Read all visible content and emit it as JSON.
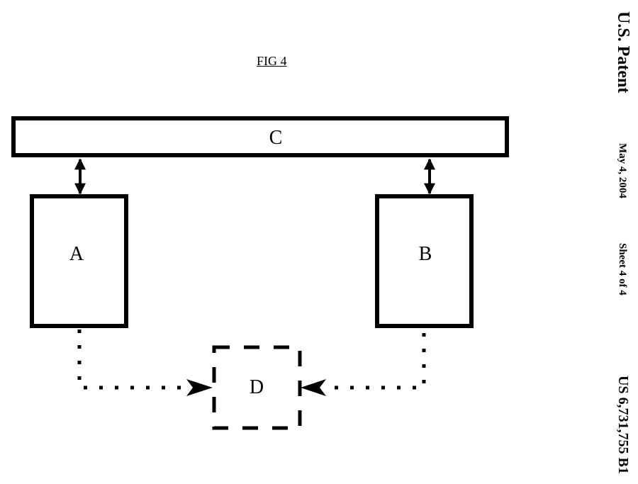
{
  "figure": {
    "title": "FIG 4"
  },
  "header": {
    "patent_label": "U.S. Patent",
    "date": "May 4, 2004",
    "sheet": "Sheet 4 of 4",
    "patent_number": "US 6,731,755 B1"
  },
  "diagram": {
    "nodes": [
      {
        "id": "C",
        "label": "C",
        "border": "solid"
      },
      {
        "id": "A",
        "label": "A",
        "border": "solid"
      },
      {
        "id": "B",
        "label": "B",
        "border": "solid"
      },
      {
        "id": "D",
        "label": "D",
        "border": "dashed"
      }
    ],
    "edges": [
      {
        "from": "A",
        "to": "C",
        "style": "solid",
        "direction": "bidirectional"
      },
      {
        "from": "B",
        "to": "C",
        "style": "solid",
        "direction": "bidirectional"
      },
      {
        "from": "A",
        "to": "D",
        "style": "dotted",
        "direction": "forward"
      },
      {
        "from": "B",
        "to": "D",
        "style": "dotted",
        "direction": "forward"
      }
    ]
  }
}
